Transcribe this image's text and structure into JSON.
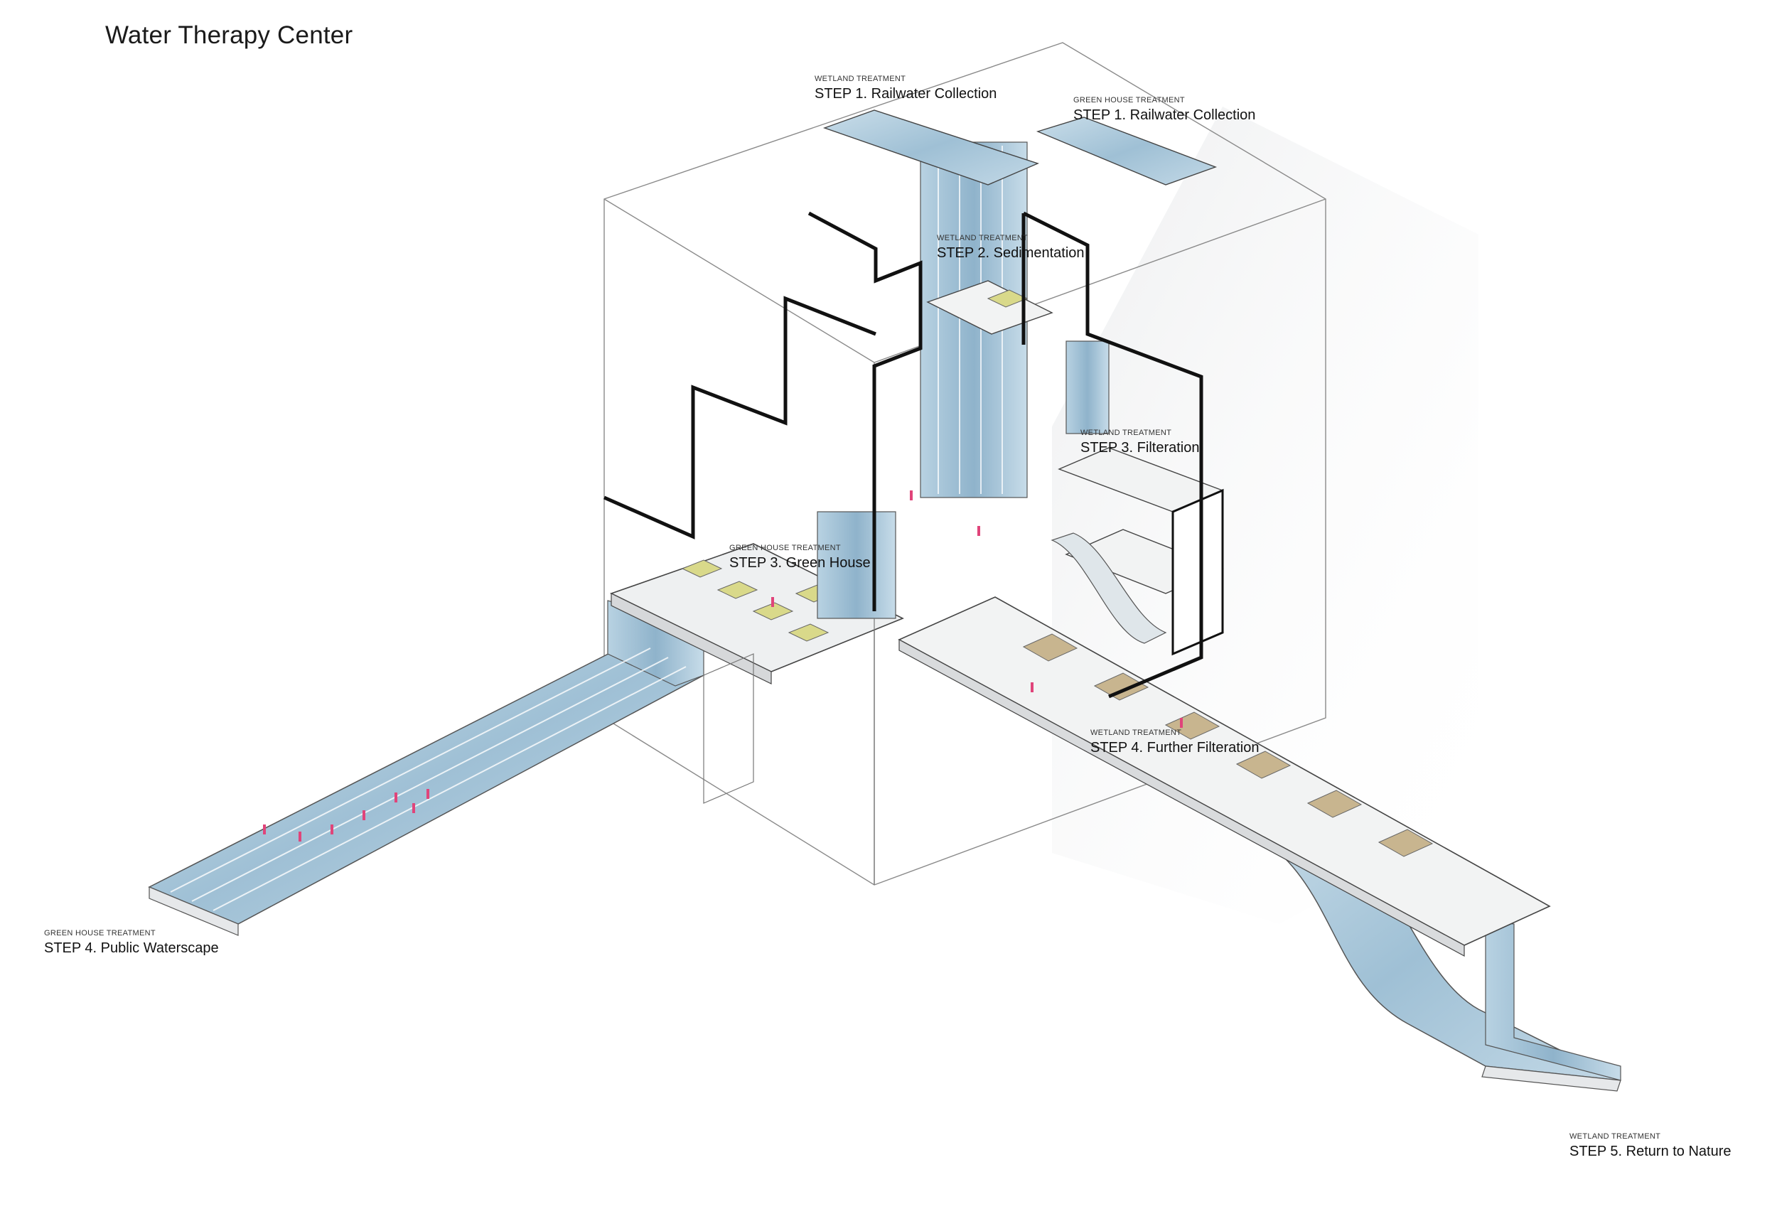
{
  "title": "Water Therapy Center",
  "labels": {
    "wetland_step1": {
      "category": "WETLAND TREATMENT",
      "step": "STEP 1. Railwater Collection"
    },
    "greenhouse_step1": {
      "category": "GREEN HOUSE TREATMENT",
      "step": "STEP 1. Railwater Collection"
    },
    "wetland_step2": {
      "category": "WETLAND TREATMENT",
      "step": "STEP 2. Sedimentation"
    },
    "wetland_step3": {
      "category": "WETLAND TREATMENT",
      "step": "STEP 3. Filteration"
    },
    "greenhouse_step3": {
      "category": "GREEN HOUSE TREATMENT",
      "step": "STEP 3. Green House"
    },
    "wetland_step4": {
      "category": "WETLAND TREATMENT",
      "step": "STEP 4. Further Filteration"
    },
    "greenhouse_step4": {
      "category": "GREEN HOUSE TREATMENT",
      "step": "STEP 4. Public Waterscape"
    },
    "wetland_step5": {
      "category": "WETLAND TREATMENT",
      "step": "STEP 5.  Return to Nature"
    }
  },
  "colors": {
    "water": "#a9c8da",
    "water_dark": "#7fa6bf",
    "platform": "#f2f3f3",
    "planter": "#d9d98a",
    "people": "#e0447a",
    "frame": "#111111",
    "box_line": "#8a8a8a"
  }
}
